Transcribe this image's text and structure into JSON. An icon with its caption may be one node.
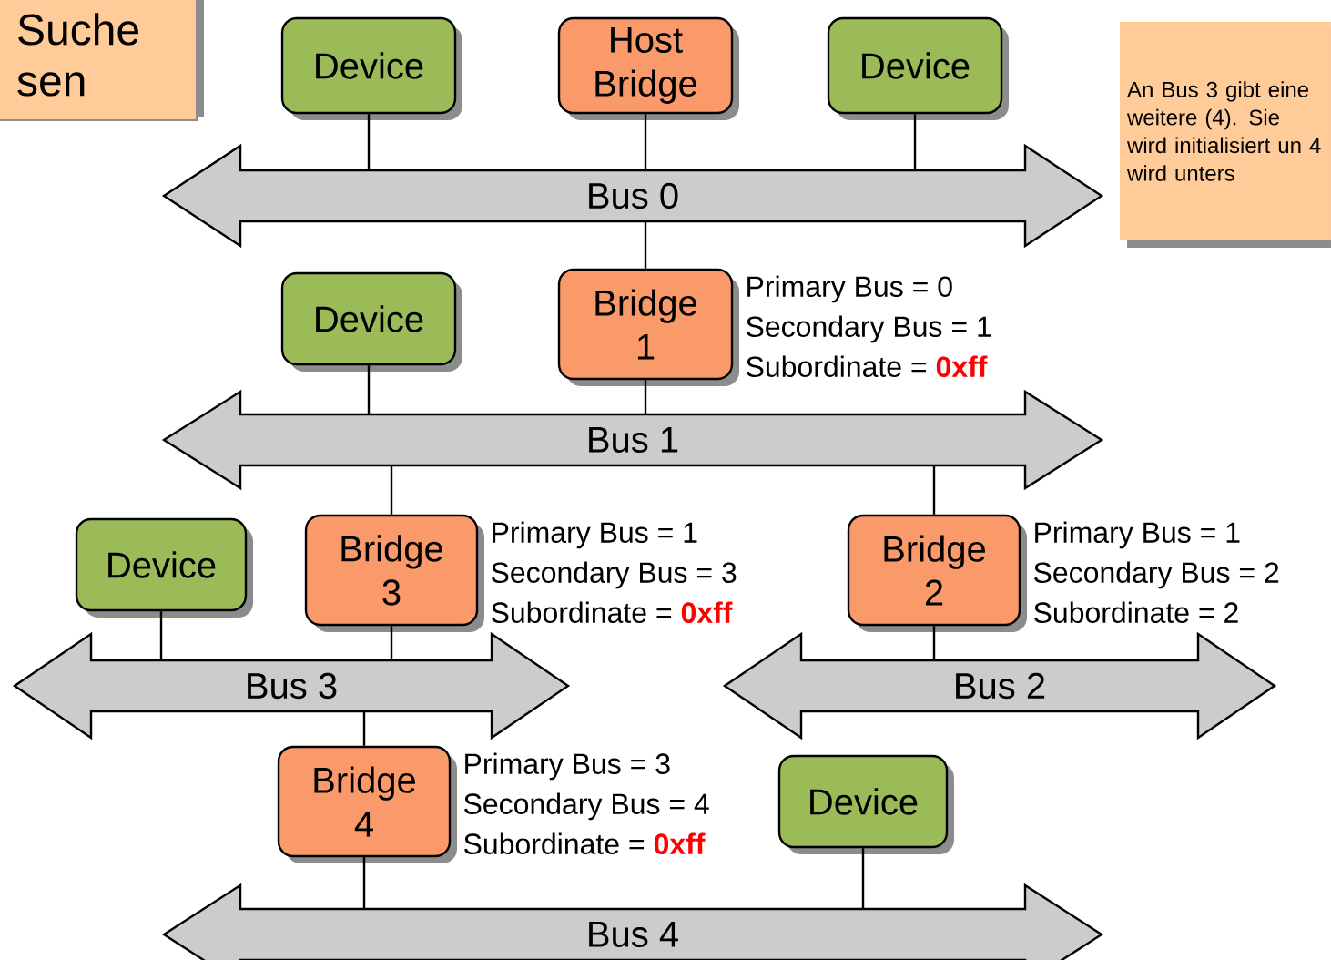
{
  "diagram": {
    "nodes": [
      {
        "text": [
          "Suche sen"
        ]
      },
      {
        "text": [
          "Device"
        ]
      },
      {
        "text": [
          "Host Bridge"
        ]
      },
      {
        "text": [
          "Device"
        ]
      },
      {
        "text": [
          "An Bus 3 gibt eine weitere (4). Sie wird initialisiert un 4 wird unters"
        ]
      },
      {
        "text": [
          "Bus 0"
        ]
      },
      {
        "text": [
          "Device"
        ]
      },
      {
        "text": [
          "Bridge 1"
        ],
        "beside": [
          "Primary Bus = 0",
          "Secondary Bus = 1",
          "Subordinate =",
          "0xff"
        ]
      },
      {
        "text": [
          "Bus 1"
        ]
      },
      {
        "text": [
          "Device"
        ]
      },
      {
        "text": [
          "Bridge 3"
        ],
        "beside": [
          "Primary Bus = 1",
          "Secondary Bus = 3",
          "Subordinate =",
          "0xff"
        ]
      },
      {
        "text": [
          "Bridge 2"
        ],
        "beside": [
          "Primary Bus = 1",
          "Secondary Bus = 2",
          "Subordinate = 2"
        ]
      },
      {
        "text": [
          "Bus 3"
        ]
      },
      {
        "text": [
          "Bus 2"
        ]
      },
      {
        "text": [
          "Bridge 4"
        ],
        "beside": [
          "Primary Bus = 3",
          "Secondary Bus = 4",
          "Subordinate =",
          "0xff"
        ]
      },
      {
        "text": [
          "Device"
        ]
      },
      {
        "text": [
          "Bus 4"
        ]
      }
    ],
    "edges": [
      {
        "from": 1,
        "to": 5,
        "arrow": "none"
      },
      {
        "from": 2,
        "to": 5,
        "arrow": "none"
      },
      {
        "from": 3,
        "to": 5,
        "arrow": "none"
      },
      {
        "from": 5,
        "to": 7,
        "arrow": "none"
      },
      {
        "from": 6,
        "to": 8,
        "arrow": "none"
      },
      {
        "from": 7,
        "to": 8,
        "arrow": "none"
      },
      {
        "from": 8,
        "to": 10,
        "arrow": "none"
      },
      {
        "from": 8,
        "to": 11,
        "arrow": "none"
      },
      {
        "from": 9,
        "to": 12,
        "arrow": "none"
      },
      {
        "from": 10,
        "to": 12,
        "arrow": "none"
      },
      {
        "from": 11,
        "to": 13,
        "arrow": "none"
      },
      {
        "from": 12,
        "to": 14,
        "arrow": "none"
      },
      {
        "from": 14,
        "to": 16,
        "arrow": "none"
      },
      {
        "from": 15,
        "to": 16,
        "arrow": "none"
      }
    ]
  }
}
